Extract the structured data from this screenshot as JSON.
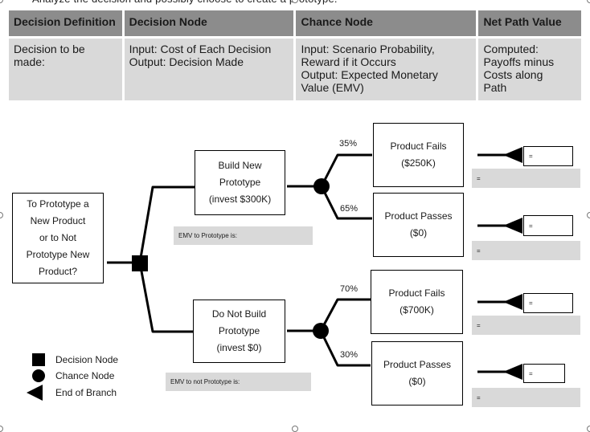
{
  "table": {
    "headers": [
      "Decision Definition",
      "Decision Node",
      "Chance Node",
      "Net Path Value"
    ],
    "cells": [
      [
        "Decision to be",
        "made:"
      ],
      [
        "Input: Cost of Each Decision",
        "Output: Decision Made"
      ],
      [
        "Input: Scenario Probability,",
        "Reward if it Occurs",
        "Output: Expected Monetary",
        "Value (EMV)"
      ],
      [
        "Computed:",
        "Payoffs minus",
        "Costs along",
        "Path"
      ]
    ]
  },
  "tree": {
    "root": [
      "To Prototype a",
      "New Product",
      "or to Not",
      "Prototype New",
      "Product?"
    ],
    "build": [
      "Build New",
      "Prototype",
      "(invest $300K)"
    ],
    "not_build": [
      "Do Not Build",
      "Prototype",
      "(invest $0)"
    ],
    "outcomes": [
      {
        "prob": "35%",
        "lines": [
          "Product Fails",
          "($250K)"
        ]
      },
      {
        "prob": "65%",
        "lines": [
          "Product Passes",
          "($0)"
        ]
      },
      {
        "prob": "70%",
        "lines": [
          "Product Fails",
          "($700K)"
        ]
      },
      {
        "prob": "30%",
        "lines": [
          "Product Passes",
          "($0)"
        ]
      }
    ],
    "emv_build": "EMV to Prototype is:",
    "emv_not_build": "EMV to not Prototype is:",
    "eq_sign": "="
  },
  "legend": {
    "decision": "Decision Node",
    "chance": "Chance Node",
    "end": "End of Branch"
  }
}
